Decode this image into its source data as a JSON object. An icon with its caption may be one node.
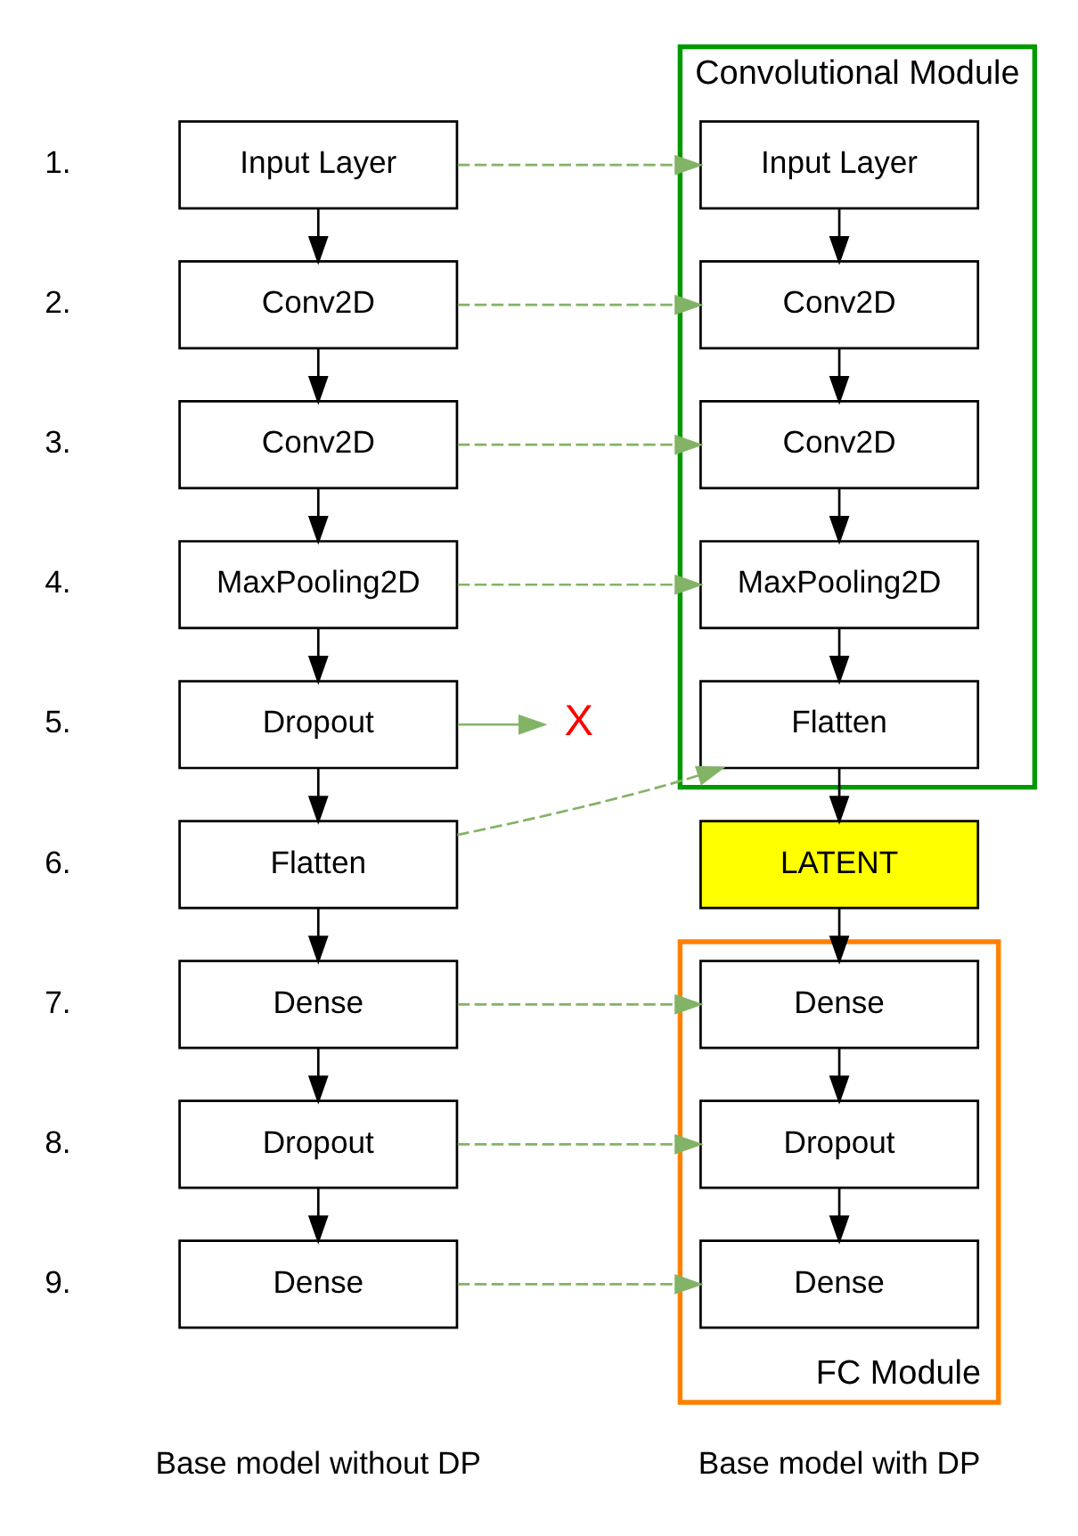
{
  "diagram": {
    "nodes": [
      {
        "text": [
          "Input Layer"
        ]
      },
      {
        "text": [
          "Conv2D"
        ]
      },
      {
        "text": [
          "Conv2D"
        ]
      },
      {
        "text": [
          "MaxPooling2D"
        ]
      },
      {
        "text": [
          "Dropout"
        ]
      },
      {
        "text": [
          "Flatten"
        ]
      },
      {
        "text": [
          "Dense"
        ]
      },
      {
        "text": [
          "Dropout"
        ]
      },
      {
        "text": [
          "Dense"
        ]
      },
      {
        "text": [
          "Convolutional Module"
        ]
      },
      {
        "text": [
          "Input Layer"
        ],
        "in": 9
      },
      {
        "text": [
          "Conv2D"
        ],
        "in": 9
      },
      {
        "text": [
          "Conv2D"
        ],
        "in": 9
      },
      {
        "text": [
          "MaxPooling2D"
        ],
        "in": 9
      },
      {
        "text": [
          "Flatten"
        ],
        "in": 9
      },
      {
        "text": [
          "LATENT"
        ]
      },
      {
        "text": [
          "FC Module"
        ]
      },
      {
        "text": [
          "Dense"
        ],
        "in": 16
      },
      {
        "text": [
          "Dropout"
        ],
        "in": 16
      },
      {
        "text": [
          "Dense"
        ],
        "in": 16
      },
      {
        "text": [
          "X"
        ]
      }
    ],
    "edges": [
      {
        "from": 0,
        "to": 1,
        "arrow": "to"
      },
      {
        "from": 1,
        "to": 2,
        "arrow": "to"
      },
      {
        "from": 2,
        "to": 3,
        "arrow": "to"
      },
      {
        "from": 3,
        "to": 4,
        "arrow": "to"
      },
      {
        "from": 4,
        "to": 5,
        "arrow": "to"
      },
      {
        "from": 5,
        "to": 6,
        "arrow": "to"
      },
      {
        "from": 6,
        "to": 7,
        "arrow": "to"
      },
      {
        "from": 7,
        "to": 8,
        "arrow": "to"
      },
      {
        "from": 10,
        "to": 11,
        "arrow": "to"
      },
      {
        "from": 11,
        "to": 12,
        "arrow": "to"
      },
      {
        "from": 12,
        "to": 13,
        "arrow": "to"
      },
      {
        "from": 13,
        "to": 14,
        "arrow": "to"
      },
      {
        "from": 14,
        "to": 15,
        "arrow": "to"
      },
      {
        "from": 15,
        "to": 17,
        "arrow": "to"
      },
      {
        "from": 17,
        "to": 18,
        "arrow": "to"
      },
      {
        "from": 18,
        "to": 19,
        "arrow": "to"
      },
      {
        "from": 0,
        "to": 10,
        "arrow": "to",
        "style": "dashed",
        "color": "#82b366"
      },
      {
        "from": 1,
        "to": 11,
        "arrow": "to",
        "style": "dashed",
        "color": "#82b366"
      },
      {
        "from": 2,
        "to": 12,
        "arrow": "to",
        "style": "dashed",
        "color": "#82b366"
      },
      {
        "from": 3,
        "to": 13,
        "arrow": "to",
        "style": "dashed",
        "color": "#82b366"
      },
      {
        "from": 4,
        "to": 20,
        "arrow": "to",
        "color": "#82b366"
      },
      {
        "from": 5,
        "to": 14,
        "arrow": "to",
        "style": "dashed",
        "color": "#82b366"
      },
      {
        "from": 6,
        "to": 17,
        "arrow": "to",
        "style": "dashed",
        "color": "#82b366"
      },
      {
        "from": 7,
        "to": 18,
        "arrow": "to",
        "style": "dashed",
        "color": "#82b366"
      },
      {
        "from": 8,
        "to": 19,
        "arrow": "to",
        "style": "dashed",
        "color": "#82b366"
      }
    ],
    "labels": [
      "1.",
      "2.",
      "3.",
      "4.",
      "5.",
      "6.",
      "7.",
      "8.",
      "9.",
      "Base model without DP",
      "Base model with DP"
    ]
  }
}
